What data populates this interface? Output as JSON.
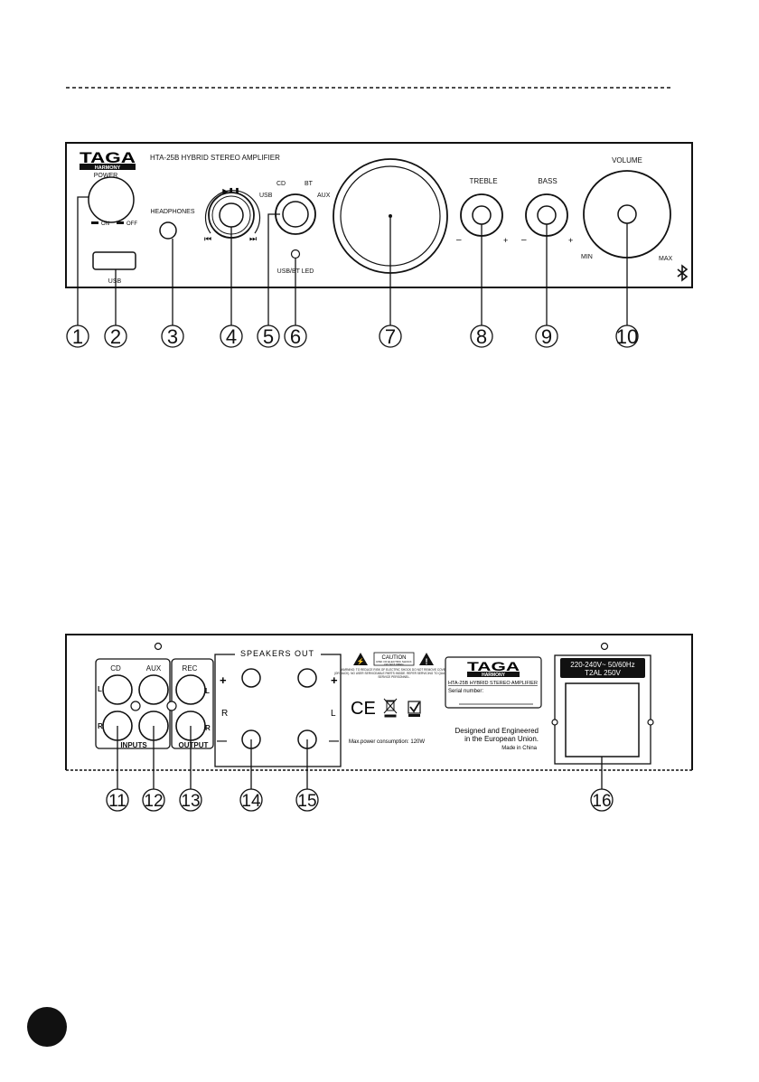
{
  "front_panel": {
    "brand": "TAGA",
    "brand_sub": "HARMONY",
    "model_title": "HTA-25B HYBRID STEREO AMPLIFIER",
    "power_label": "POWER",
    "on_label": "ON",
    "off_label": "OFF",
    "usb_label": "USB",
    "headphones_label": "HEADPHONES",
    "play_symbol": "▶❚❚",
    "prev_symbol": "⏮",
    "next_symbol": "⏭",
    "selector": {
      "usb": "USB",
      "cd": "CD",
      "bt": "BT",
      "aux": "AUX"
    },
    "led_label": "USB/BT LED",
    "treble_label": "TREBLE",
    "bass_label": "BASS",
    "volume_label": "VOLUME",
    "min_label": "MIN",
    "max_label": "MAX",
    "minus": "–",
    "plus": "+",
    "bluetooth_icon": "bluetooth-icon"
  },
  "front_callouts": [
    "1",
    "2",
    "3",
    "4",
    "5",
    "6",
    "7",
    "8",
    "9",
    "10"
  ],
  "rear_panel": {
    "cd_label": "CD",
    "aux_label": "AUX",
    "rec_label": "REC",
    "left": "L",
    "right": "R",
    "inputs_label": "INPUTS",
    "output_label": "OUTPUT",
    "speakers_out_label": "SPEAKERS OUT",
    "plus": "+",
    "minus": "—",
    "caution_title": "CAUTION",
    "caution_line1": "RISK OF ELECTRIC SHOCK",
    "caution_line2": "DO NOT OPEN",
    "warning_text_1": "WARNING: TO REDUCE RISK OF ELECTRIC SHOCK DO NOT REMOVE COVER",
    "warning_text_2": "(OR BACK). NO USER SERVICEABLE PARTS INSIDE. REFER SERVICING TO QUALIFIED",
    "warning_text_3": "SERVICE PERSONNEL.",
    "ce_mark": "CE",
    "max_power": "Max.power consumption: 120W",
    "plate_brand": "TAGA",
    "plate_brand_sub": "HARMONY",
    "plate_model": "HTA-25B HYBRID STEREO AMPLIFIER",
    "serial_label": "Serial number:",
    "designed_1": "Designed and Engineered",
    "designed_2": "in the European Union.",
    "made_in": "Made in China",
    "voltage_1": "220-240V~ 50/60Hz",
    "voltage_2": "T2AL 250V"
  },
  "rear_callouts": [
    "11",
    "12",
    "13",
    "14",
    "15",
    "16"
  ]
}
